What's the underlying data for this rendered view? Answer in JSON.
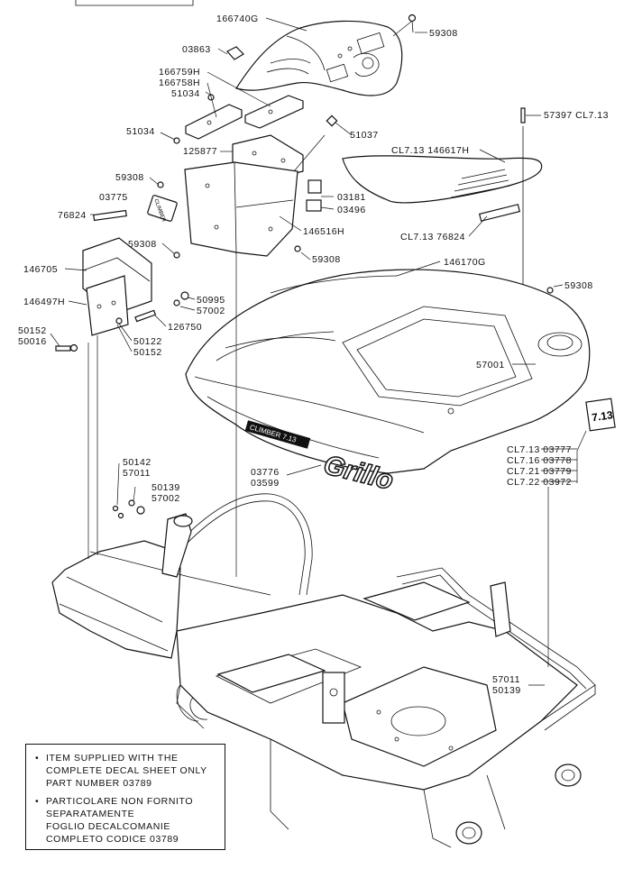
{
  "labels": {
    "l166740G": "166740G",
    "l03863": "03863",
    "l59308_top": "59308",
    "l166759H": "166759H",
    "l166758H": "166758H",
    "l51034_a": "51034",
    "l51034_b": "51034",
    "l51037": "51037",
    "l57397": "57397 CL7.13",
    "l125877": "125877",
    "l146617H": "CL7.13 146617H",
    "l59308_b": "59308",
    "l03775": "03775",
    "l03181": "03181",
    "l03496": "03496",
    "l76824_a": "76824",
    "l146516H": "146516H",
    "l59308_c": "59308",
    "l76824_b": "CL7.13 76824",
    "l59308_d": "59308",
    "l146170G": "146170G",
    "l146705": "146705",
    "l59308_e": "59308",
    "l50995": "50995",
    "l146497H": "146497H",
    "l57002_a": "57002",
    "l126750": "126750",
    "l50152_a": "50152",
    "l50016": "50016",
    "l50122": "50122",
    "l50152_b": "50152",
    "l57001": "57001",
    "l03777": "CL7.13 03777",
    "l03778": "CL7.16 03778",
    "l03779": "CL7.21 03779",
    "l03972": "CL7.22 03972",
    "l50142": "50142",
    "l57011_a": "57011",
    "l50139_a": "50139",
    "l57002_b": "57002",
    "l03776": "03776",
    "l03599": "03599",
    "l57011_b": "57011",
    "l50139_b": "50139"
  },
  "decals": {
    "version_badge": "7.13",
    "climber_decal": "CLIMBER 7.13",
    "climber_small": "CLIMBER",
    "grillo_logo": "Grillo"
  },
  "notes": [
    {
      "bullet": "•",
      "text": "ITEM SUPPLIED WITH THE\nCOMPLETE DECAL SHEET ONLY\nPART NUMBER 03789"
    },
    {
      "bullet": "•",
      "text": "PARTICOLARE NON FORNITO\nSEPARATAMENTE\nFOGLIO DECALCOMANIE\nCOMPLETO CODICE 03789"
    }
  ]
}
